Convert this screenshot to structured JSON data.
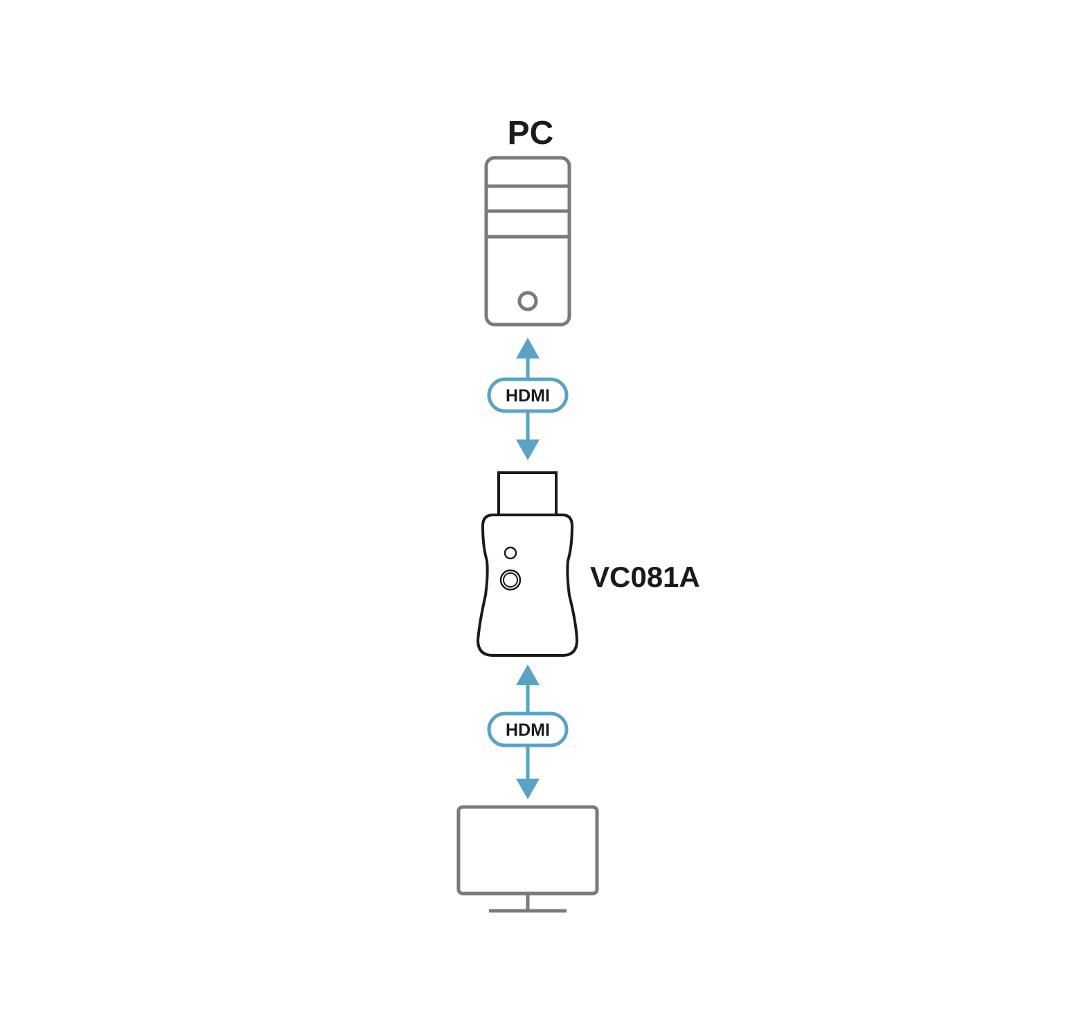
{
  "diagram": {
    "pc_label": "PC",
    "device_label": "VC081A",
    "top_connection_label": "HDMI",
    "bottom_connection_label": "HDMI"
  },
  "colors": {
    "background": "#ffffff",
    "device_gray": "#7a7a7a",
    "adapter_black": "#1a1a1a",
    "arrow_blue": "#5aa3c5",
    "text_black": "#1a1a1a"
  },
  "icons": {
    "pc": "pc-tower-icon",
    "adapter": "hdmi-adapter-icon",
    "display": "monitor-icon"
  }
}
